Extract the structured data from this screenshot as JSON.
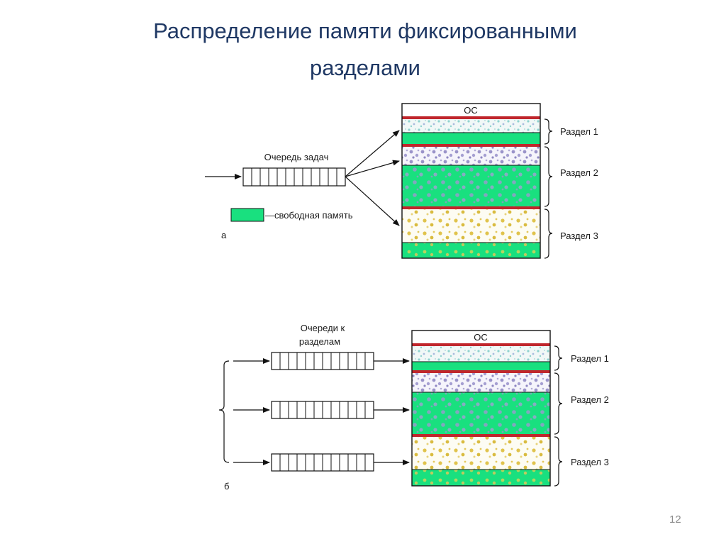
{
  "slide": {
    "title_line1": "Распределение памяти фиксированными",
    "title_line2": "разделами",
    "page_number": "12"
  },
  "diagram_a": {
    "label": "а",
    "queue_label": "Очередь задач",
    "legend_label": "—свободная память",
    "os_label": "ОС",
    "partitions": [
      "Раздел 1",
      "Раздел 2",
      "Раздел 3"
    ]
  },
  "diagram_b": {
    "label": "б",
    "queue_label_line1": "Очереди к",
    "queue_label_line2": "разделам",
    "os_label": "ОС",
    "partitions": [
      "Раздел 1",
      "Раздел 2",
      "Раздел 3"
    ]
  },
  "colors": {
    "title": "#1f3864",
    "free_memory": "#19e07f",
    "partition_border": "#c0262c",
    "outline": "#111111",
    "task_blue": "#9a93c9",
    "task_yellow": "#e0c34c",
    "task_cyan": "#8fd2cf"
  }
}
